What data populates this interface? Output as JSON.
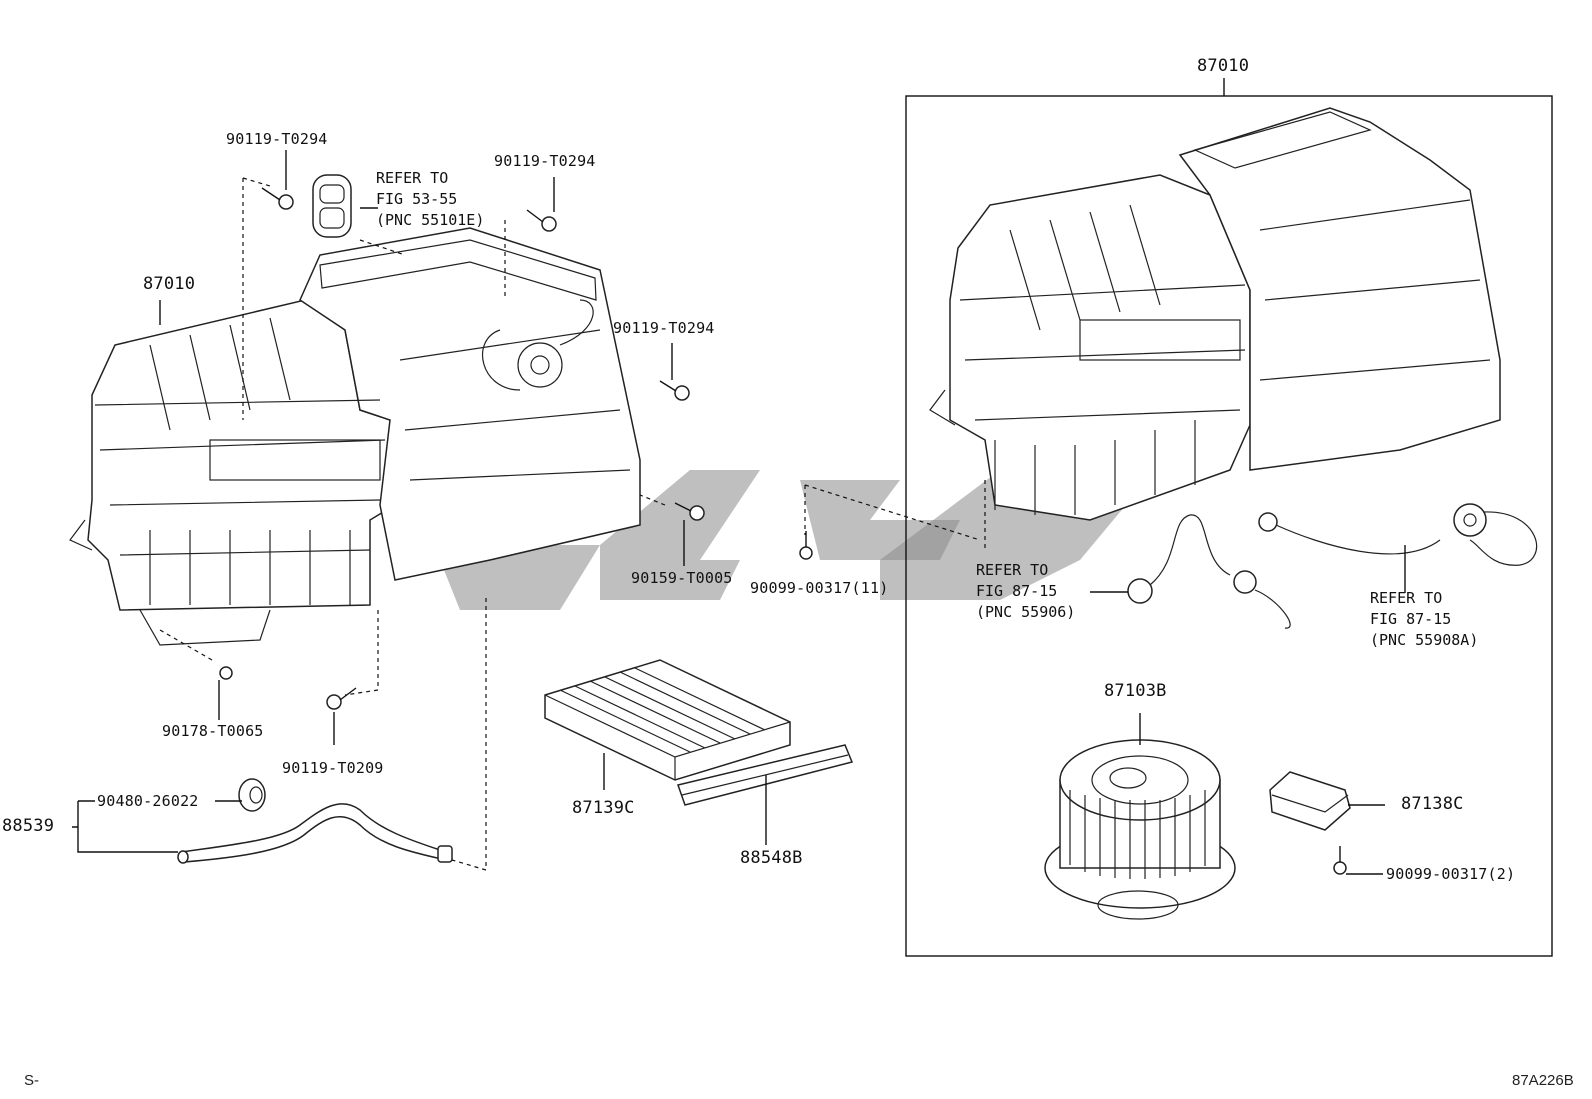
{
  "labels": {
    "left_unit": "87010",
    "right_unit": "87010",
    "bolt_top_left": "90119-T0294",
    "bolt_top_mid": "90119-T0294",
    "bolt_right_mid": "90119-T0294",
    "bolt_lower_mid": "90159-T0005",
    "screw_center": "90099-00317(11)",
    "nut_bottom_left": "90178-T0065",
    "bolt_bottom_mid": "90119-T0209",
    "grommet": "90480-26022",
    "hose_assy": "88539",
    "filter": "87139C",
    "filter_holder": "88548B",
    "blower_motor": "87103B",
    "resistor": "87138C",
    "screw_right": "90099-00317(2)"
  },
  "notes": {
    "refer_53": [
      "REFER TO",
      "FIG 53-55",
      "(PNC 55101E)"
    ],
    "refer_87_a": [
      "REFER TO",
      "FIG 87-15",
      "(PNC 55906)"
    ],
    "refer_87_b": [
      "REFER TO",
      "FIG 87-15",
      "(PNC 55908A)"
    ]
  },
  "footer": {
    "left": "S-",
    "right": "87A226B"
  }
}
